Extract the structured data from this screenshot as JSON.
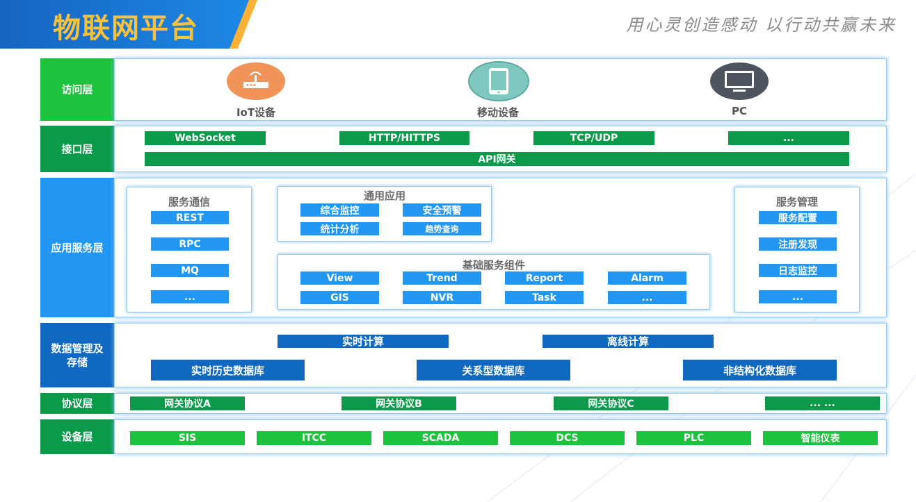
{
  "header": {
    "title": "物联网平台",
    "slogan": "用心灵创造感动 以行动共赢未来"
  },
  "layers": {
    "access": {
      "label": "访问层",
      "devices": [
        {
          "label": "IoT设备",
          "icon": "router-icon",
          "color": "#f0945a"
        },
        {
          "label": "移动设备",
          "icon": "tablet-icon",
          "color": "#7ec8c0"
        },
        {
          "label": "PC",
          "icon": "monitor-icon",
          "color": "#4f5560"
        }
      ]
    },
    "interface": {
      "label": "接口层",
      "items": [
        "WebSocket",
        "HTTP/HITTPS",
        "TCP/UDP",
        "..."
      ],
      "gateway": "API网关"
    },
    "app": {
      "label": "应用服务层",
      "comm": {
        "title": "服务通信",
        "items": [
          "REST",
          "RPC",
          "MQ",
          "..."
        ]
      },
      "general": {
        "title": "通用应用",
        "items": [
          "综合监控",
          "安全预警",
          "统计分析",
          "趋势查询"
        ]
      },
      "base": {
        "title": "基础服务组件",
        "items": [
          "View",
          "Trend",
          "Report",
          "Alarm",
          "GIS",
          "NVR",
          "Task",
          "..."
        ]
      },
      "mgmt": {
        "title": "服务管理",
        "items": [
          "服务配置",
          "注册发现",
          "日志监控",
          "..."
        ]
      }
    },
    "data": {
      "label_line1": "数据管理及",
      "label_line2": "存储",
      "compute": [
        "实时计算",
        "离线计算"
      ],
      "stores": [
        "实时历史数据库",
        "关系型数据库",
        "非结构化数据库"
      ]
    },
    "protocol": {
      "label": "协议层",
      "items": [
        "网关协议A",
        "网关协议B",
        "网关协议C",
        "... ..."
      ]
    },
    "device": {
      "label": "设备层",
      "items": [
        "SIS",
        "ITCC",
        "SCADA",
        "DCS",
        "PLC",
        "智能仪表"
      ]
    }
  },
  "colors": {
    "header_blue": "#1565c0",
    "title_yellow": "#f9c23c",
    "label_green": "#0a9a4a",
    "label_bright_green": "#1ec23c",
    "label_blue": "#2196f3",
    "label_dark_blue": "#1168c0"
  }
}
